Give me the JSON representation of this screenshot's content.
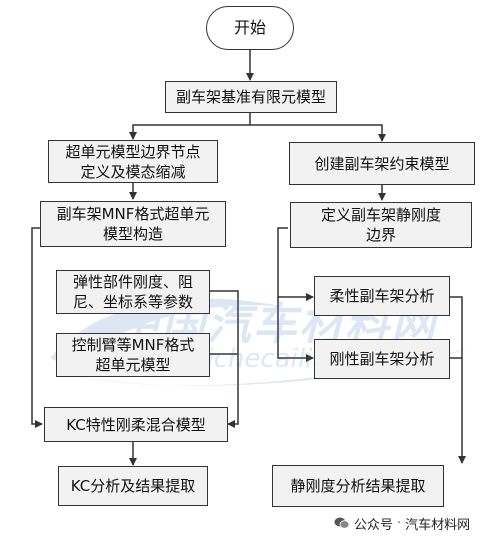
{
  "diagram": {
    "nodes": [
      {
        "id": "start",
        "label": "开始"
      },
      {
        "id": "base_model",
        "label": "副车架基准有限元模型"
      },
      {
        "id": "superelement_boundary",
        "label": "超单元模型边界节点\n定义及模态缩减"
      },
      {
        "id": "mnf_superelement",
        "label": "副车架MNF格式超单元\n模型构造"
      },
      {
        "id": "elastic_params",
        "label": "弹性部件刚度、阻\n尼、坐标系等参数"
      },
      {
        "id": "control_arm_mnf",
        "label": "控制臂等MNF格式\n超单元模型"
      },
      {
        "id": "kc_hybrid",
        "label": "KC特性刚柔混合模型"
      },
      {
        "id": "kc_analysis",
        "label": "KC分析及结果提取"
      },
      {
        "id": "constraint_model",
        "label": "创建副车架约束模型"
      },
      {
        "id": "static_boundary",
        "label": "定义副车架静刚度\n边界"
      },
      {
        "id": "flexible_analysis",
        "label": "柔性副车架分析"
      },
      {
        "id": "rigid_analysis",
        "label": "刚性副车架分析"
      },
      {
        "id": "static_result",
        "label": "静刚度分析结果提取"
      }
    ],
    "edges": [
      {
        "from": "start",
        "to": "base_model"
      },
      {
        "from": "base_model",
        "to": "superelement_boundary"
      },
      {
        "from": "base_model",
        "to": "constraint_model"
      },
      {
        "from": "superelement_boundary",
        "to": "mnf_superelement"
      },
      {
        "from": "mnf_superelement",
        "to": "kc_hybrid"
      },
      {
        "from": "elastic_params",
        "to": "kc_hybrid"
      },
      {
        "from": "control_arm_mnf",
        "to": "kc_hybrid"
      },
      {
        "from": "kc_hybrid",
        "to": "kc_analysis"
      },
      {
        "from": "constraint_model",
        "to": "static_boundary"
      },
      {
        "from": "static_boundary",
        "to": "flexible_analysis"
      },
      {
        "from": "static_boundary",
        "to": "rigid_analysis"
      },
      {
        "from": "flexible_analysis",
        "to": "static_result"
      },
      {
        "from": "rigid_analysis",
        "to": "static_result"
      }
    ]
  },
  "watermark": {
    "line1": "中国汽车材料网",
    "line2": "qichecailiao.com",
    "color": "#4a7fc0"
  },
  "footer": {
    "prefix": "公众号",
    "separator": "·",
    "account": "汽车材料网"
  },
  "colors": {
    "box_fill": "#f2f2f2",
    "box_border": "#333333",
    "line": "#333333"
  }
}
